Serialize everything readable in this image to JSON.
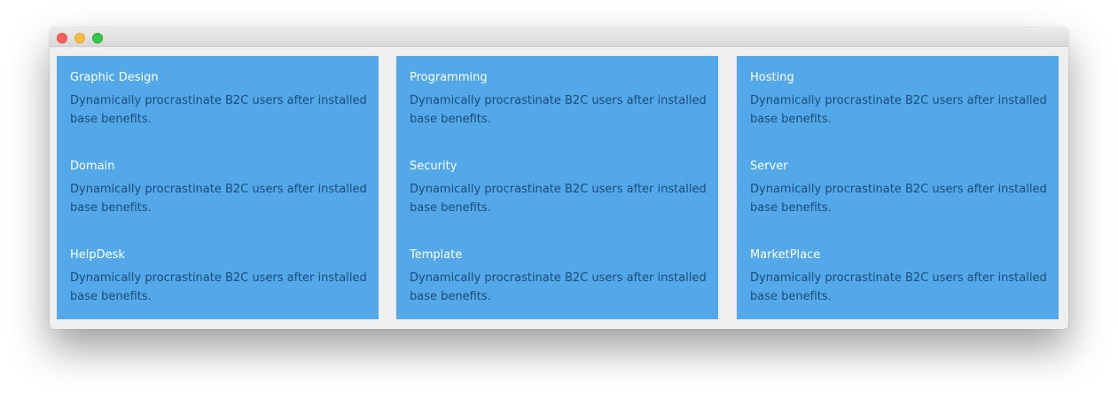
{
  "window": {
    "controls": [
      "close",
      "minimize",
      "zoom"
    ]
  },
  "columns": [
    {
      "items": [
        {
          "title": "Graphic Design",
          "description": "Dynamically procrastinate B2C users after installed base benefits."
        },
        {
          "title": "Domain",
          "description": "Dynamically procrastinate B2C users after installed base benefits."
        },
        {
          "title": "HelpDesk",
          "description": "Dynamically procrastinate B2C users after installed base benefits."
        }
      ]
    },
    {
      "items": [
        {
          "title": "Programming",
          "description": "Dynamically procrastinate B2C users after installed base benefits."
        },
        {
          "title": "Security",
          "description": "Dynamically procrastinate B2C users after installed base benefits."
        },
        {
          "title": "Template",
          "description": "Dynamically procrastinate B2C users after installed base benefits."
        }
      ]
    },
    {
      "items": [
        {
          "title": "Hosting",
          "description": "Dynamically procrastinate B2C users after installed base benefits."
        },
        {
          "title": "Server",
          "description": "Dynamically procrastinate B2C users after installed base benefits."
        },
        {
          "title": "MarketPlace",
          "description": "Dynamically procrastinate B2C users after installed base benefits."
        }
      ]
    }
  ],
  "colors": {
    "panel_background": "#52a8e8",
    "title_text": "#ffffff",
    "description_text": "#1b4b7a",
    "window_background": "#efefef"
  }
}
